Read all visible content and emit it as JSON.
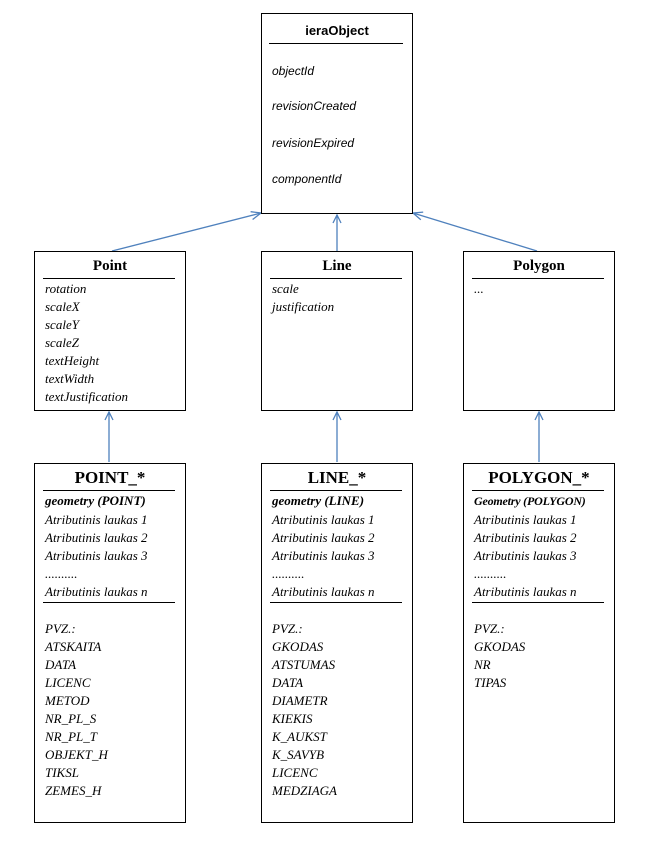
{
  "iera": {
    "title": "ieraObject",
    "attrs": [
      "objectId",
      "revisionCreated",
      "revisionExpired",
      "componentId"
    ]
  },
  "point": {
    "title": "Point",
    "attrs": [
      "rotation",
      "scaleX",
      "scaleY",
      "scaleZ",
      "textHeight",
      "textWidth",
      "textJustification"
    ]
  },
  "line": {
    "title": "Line",
    "attrs": [
      "scale",
      "justification"
    ]
  },
  "polygon": {
    "title": "Polygon",
    "attrs": [
      "..."
    ]
  },
  "point_star": {
    "title": "POINT_*",
    "geometry": "geometry (POINT)",
    "attrs": [
      "Atributinis laukas 1",
      "Atributinis laukas 2",
      "Atributinis laukas 3",
      "..........",
      "Atributinis laukas n"
    ],
    "example_label": "PVZ.:",
    "examples": [
      "ATSKAITA",
      "DATA",
      "LICENC",
      "METOD",
      "NR_PL_S",
      "NR_PL_T",
      "OBJEKT_H",
      "TIKSL",
      "ZEMES_H"
    ]
  },
  "line_star": {
    "title": "LINE_*",
    "geometry": "geometry (LINE)",
    "attrs": [
      "Atributinis laukas 1",
      "Atributinis laukas 2",
      "Atributinis laukas 3",
      "..........",
      "Atributinis laukas n"
    ],
    "example_label": "PVZ.:",
    "examples": [
      "GKODAS",
      "ATSTUMAS",
      "DATA",
      "DIAMETR",
      "KIEKIS",
      "K_AUKST",
      "K_SAVYB",
      "LICENC",
      "MEDZIAGA"
    ]
  },
  "polygon_star": {
    "title": "POLYGON_*",
    "geometry": "Geometry (POLYGON)",
    "attrs": [
      "Atributinis laukas 1",
      "Atributinis laukas 2",
      "Atributinis laukas 3",
      "..........",
      "Atributinis laukas n"
    ],
    "example_label": "PVZ.:",
    "examples": [
      "GKODAS",
      "NR",
      "TIPAS"
    ]
  },
  "colors": {
    "arrow": "#4f81bd",
    "border": "#000000"
  }
}
